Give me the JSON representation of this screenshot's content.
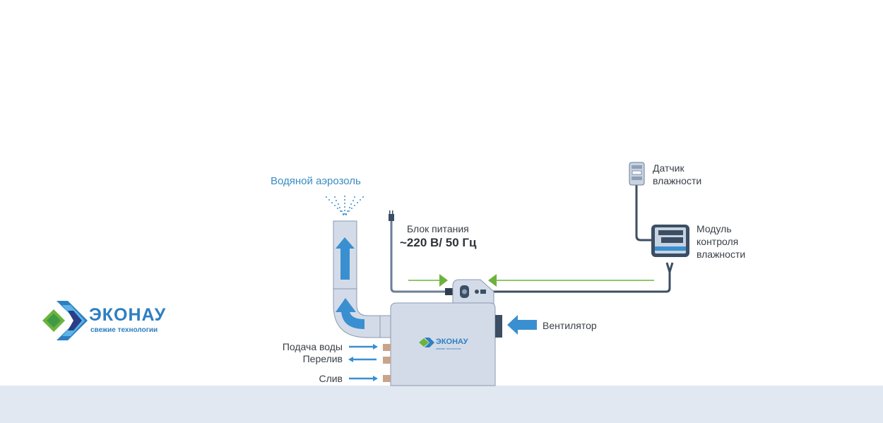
{
  "brand": {
    "name": "ЭКОНАУ",
    "tagline": "свежие технологии"
  },
  "labels": {
    "aerosol": "Водяной аэрозоль",
    "power_title": "Блок питания",
    "power_spec": "~220 В/ 50 Гц",
    "sensor_line1": "Датчик",
    "sensor_line2": "влажности",
    "module_line1": "Модуль",
    "module_line2": "контроля",
    "module_line3": "влажности",
    "fan": "Вентилятор",
    "water_supply": "Подача воды",
    "overflow": "Перелив",
    "drain": "Слив"
  },
  "colors": {
    "accent_blue": "#3a8fd0",
    "accent_green": "#6cb33e",
    "cable": "#3c4e63",
    "unit_fill": "#d3dbe8",
    "floor": "#e2e8f2"
  }
}
